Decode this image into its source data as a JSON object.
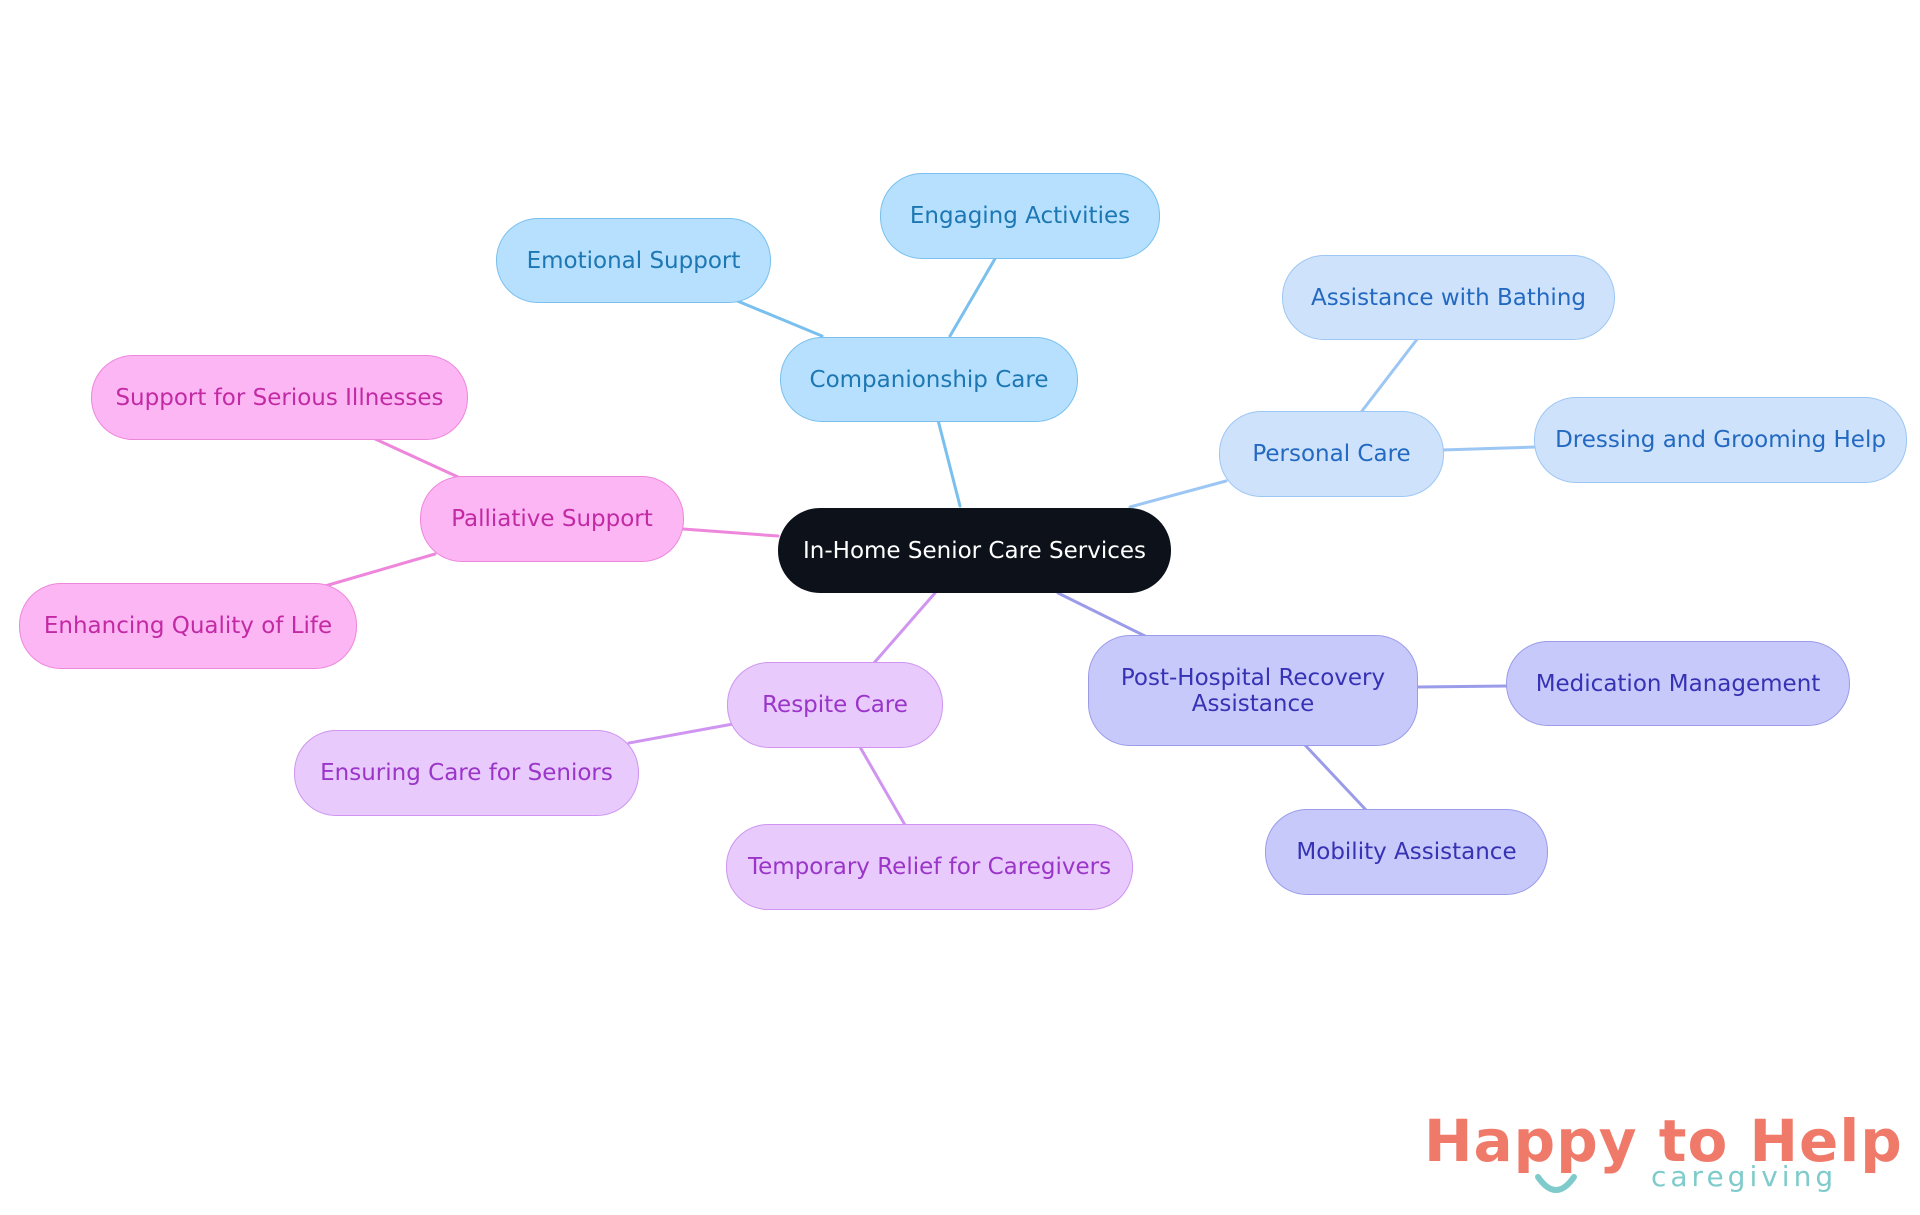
{
  "root": {
    "label": "In-Home Senior Care Services"
  },
  "branches": {
    "companionship": {
      "label": "Companionship Care",
      "children": [
        "Emotional Support",
        "Engaging Activities"
      ]
    },
    "personal": {
      "label": "Personal Care",
      "children": [
        "Assistance with Bathing",
        "Dressing and Grooming Help"
      ]
    },
    "post_hospital": {
      "label": "Post-Hospital Recovery Assistance",
      "label_line1": "Post-Hospital Recovery",
      "label_line2": "Assistance",
      "children": [
        "Medication Management",
        "Mobility Assistance"
      ]
    },
    "respite": {
      "label": "Respite Care",
      "children": [
        "Ensuring Care for Seniors",
        "Temporary Relief for Caregivers"
      ]
    },
    "palliative": {
      "label": "Palliative Support",
      "children": [
        "Support for Serious Illnesses",
        "Enhancing Quality of Life"
      ]
    }
  },
  "colors": {
    "root_fill": "#0d121a",
    "companionship_line": "#79c0ee",
    "personal_line": "#9cc6f4",
    "post_hospital_line": "#9a9cea",
    "respite_line": "#cf95f0",
    "palliative_line": "#ee86dc",
    "brand_main": "#f07a6a",
    "brand_accent": "#7fcbcb"
  },
  "brand": {
    "name": "Happy to Help",
    "tagline": "caregiving"
  }
}
